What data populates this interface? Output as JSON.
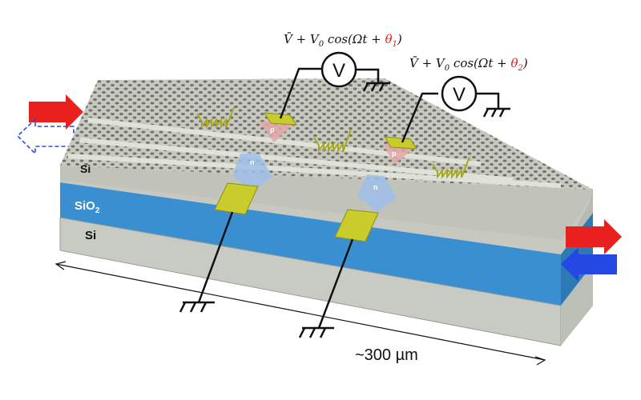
{
  "layers": {
    "top": "Si",
    "oxide_main": "SiO",
    "oxide_sub": "2",
    "bottom": "Si"
  },
  "doping": {
    "p": "p",
    "n": "n"
  },
  "sources": [
    {
      "prefix": "V̄ + V",
      "sub": "0",
      "mid": " cos(Ωt + ",
      "theta": "θ",
      "theta_sub": "1",
      "close": ")"
    },
    {
      "prefix": "V̄ + V",
      "sub": "0",
      "mid": " cos(Ωt + ",
      "theta": "θ",
      "theta_sub": "2",
      "close": ")"
    }
  ],
  "voltmeter_symbol": "V",
  "dimension": "~300 µm",
  "colors": {
    "top_si": "#c7c8bf",
    "oxide": "#3a8fd0",
    "bottom_si": "#c8cbc3",
    "electrode": "#c9cc2a",
    "p_region": "#e3a7a7",
    "n_region": "#9ec0ea",
    "arrow_red": "#e8211f",
    "arrow_blue": "#2448e3",
    "theta": "#e02020"
  }
}
